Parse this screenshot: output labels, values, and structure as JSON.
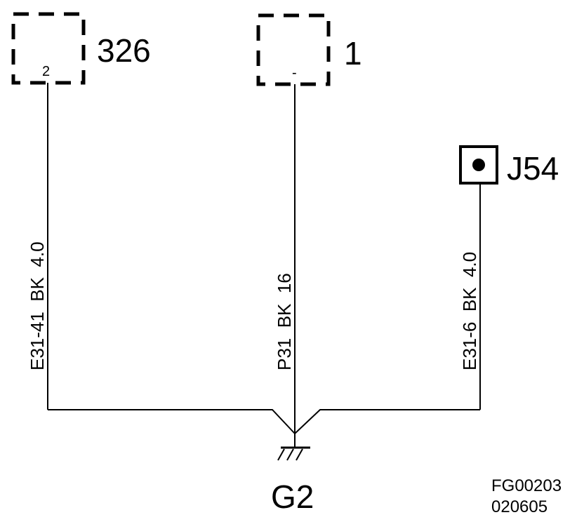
{
  "components": {
    "c326": {
      "name": "326",
      "pin": "2"
    },
    "c1": {
      "name": "1",
      "pin": "-"
    },
    "j54": {
      "name": "J54"
    }
  },
  "wires": {
    "left": "E31-41  BK  4.0",
    "center": "P31  BK  16",
    "right": "E31-6  BK  4.0"
  },
  "ground": {
    "name": "G2"
  },
  "figure_ref": {
    "code": "FG00203",
    "date": "020605"
  }
}
